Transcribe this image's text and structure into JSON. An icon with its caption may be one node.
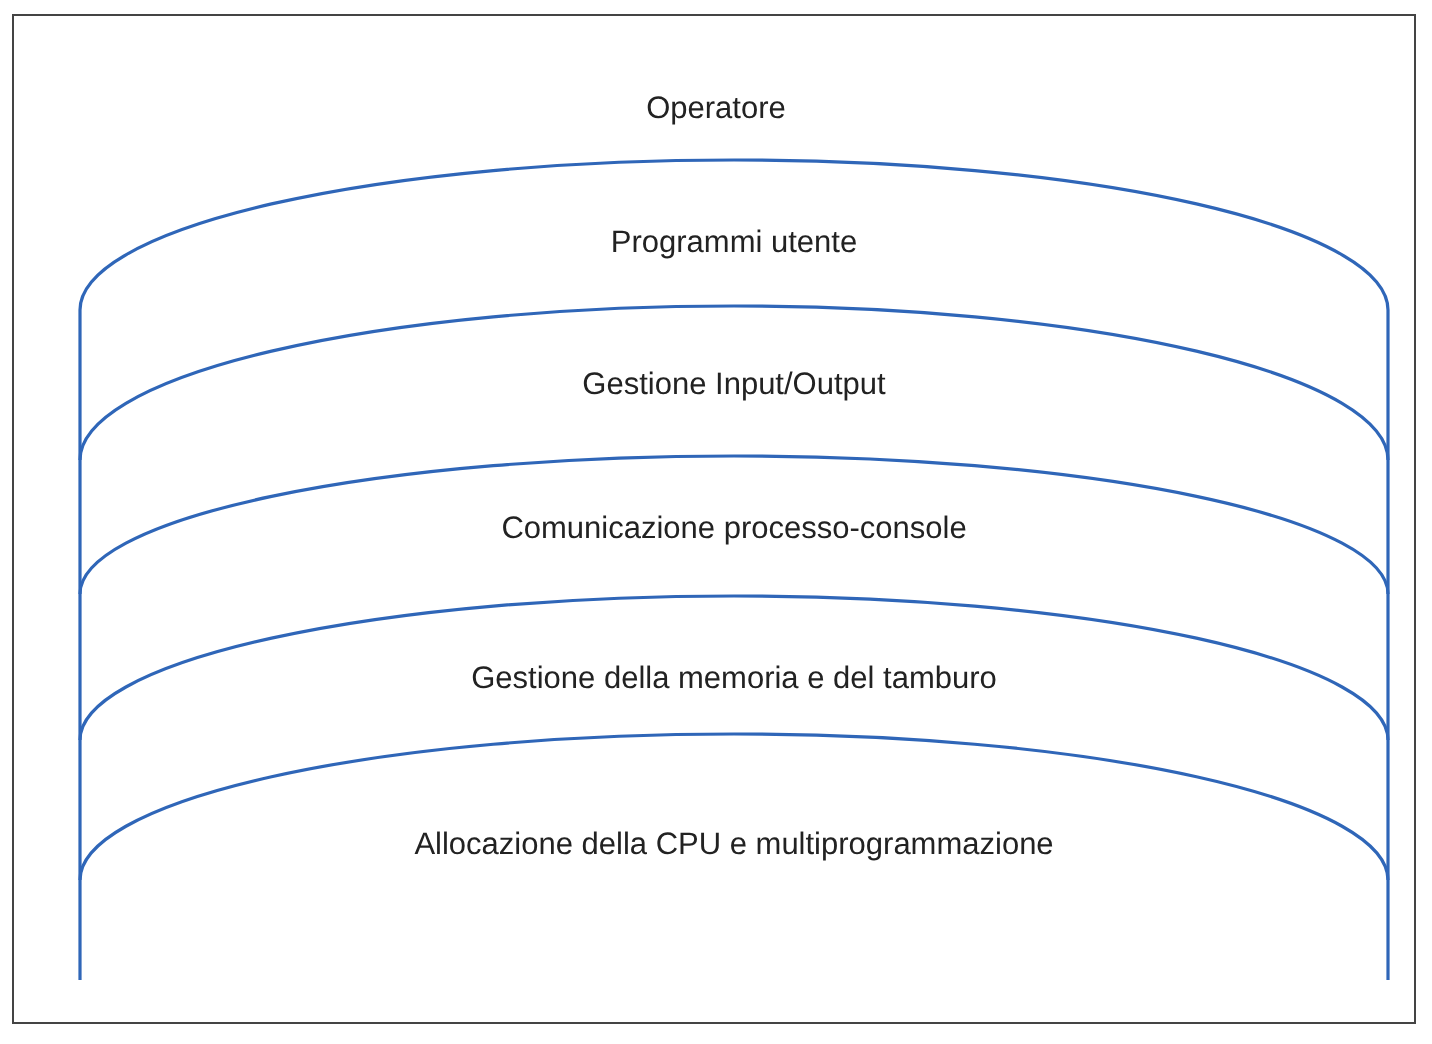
{
  "diagram": {
    "nodes": [
      {
        "text": [
          "Programmi utente"
        ]
      },
      {
        "text": [
          "Gestione Input/Output"
        ]
      },
      {
        "text": [
          "Comunicazione processo-console"
        ]
      },
      {
        "text": [
          "Gestione della memoria e del tamburo"
        ]
      },
      {
        "text": [
          "Allocazione della CPU e multiprogrammazione"
        ]
      }
    ],
    "labels": [
      "Operatore"
    ]
  }
}
